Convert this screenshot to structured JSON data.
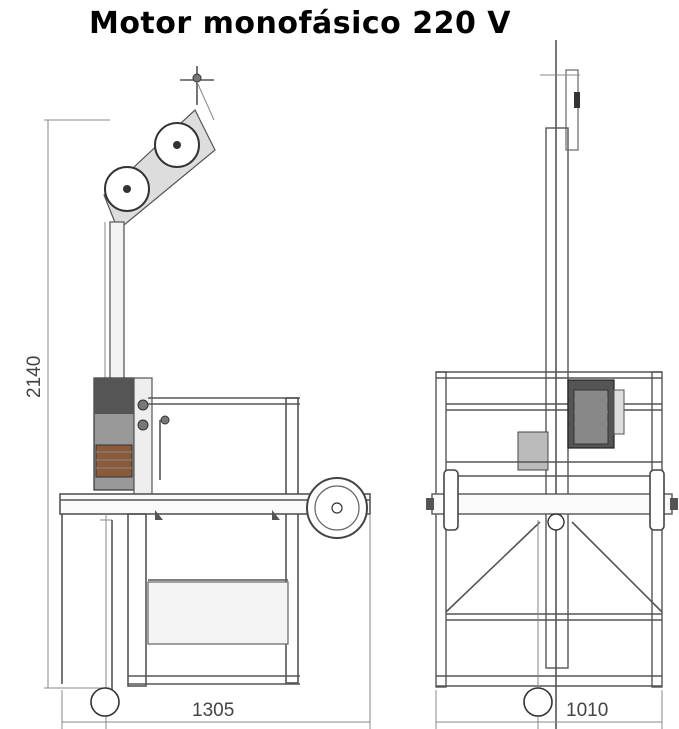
{
  "title": "Motor monofásico 220 V",
  "dimensions": {
    "height": "2140",
    "side_width": "1305",
    "front_width": "1010"
  }
}
